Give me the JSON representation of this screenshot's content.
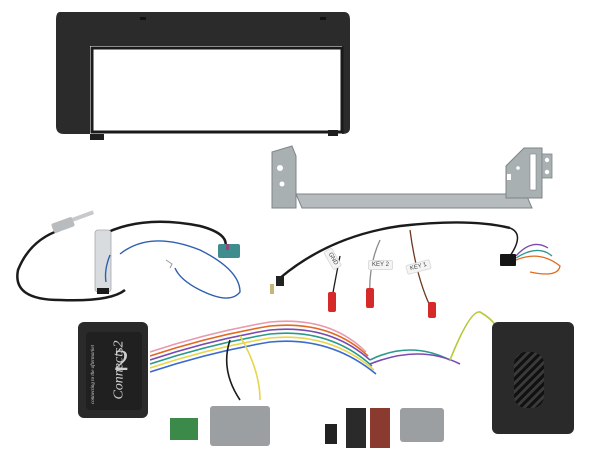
{
  "image": {
    "subject": "Car stereo installation kit",
    "background": "#ffffff"
  },
  "components": {
    "fascia": {
      "color": "#2b2b2b"
    },
    "bracket": {
      "color": "#a9b0b2"
    },
    "antenna_adapter": {
      "cable_color": "#1b1b1b",
      "connector_color": "#3f8c8e",
      "wire_color": "#2f5fb0"
    },
    "steering_wheel_lead": {
      "labels": [
        "GND",
        "KEY 2",
        "KEY 1"
      ],
      "plug_color": "#d62a2a"
    },
    "interface_box_left": {
      "logo": "Connects2",
      "tagline": "connecting to the aftermarket",
      "registered": "®",
      "color": "#2a2a2a"
    },
    "interface_box_right": {
      "color": "#2a2a2a"
    },
    "harness": {
      "connectors": [
        "green",
        "grey-large",
        "black-iso",
        "red-iso",
        "grey-small"
      ]
    }
  }
}
